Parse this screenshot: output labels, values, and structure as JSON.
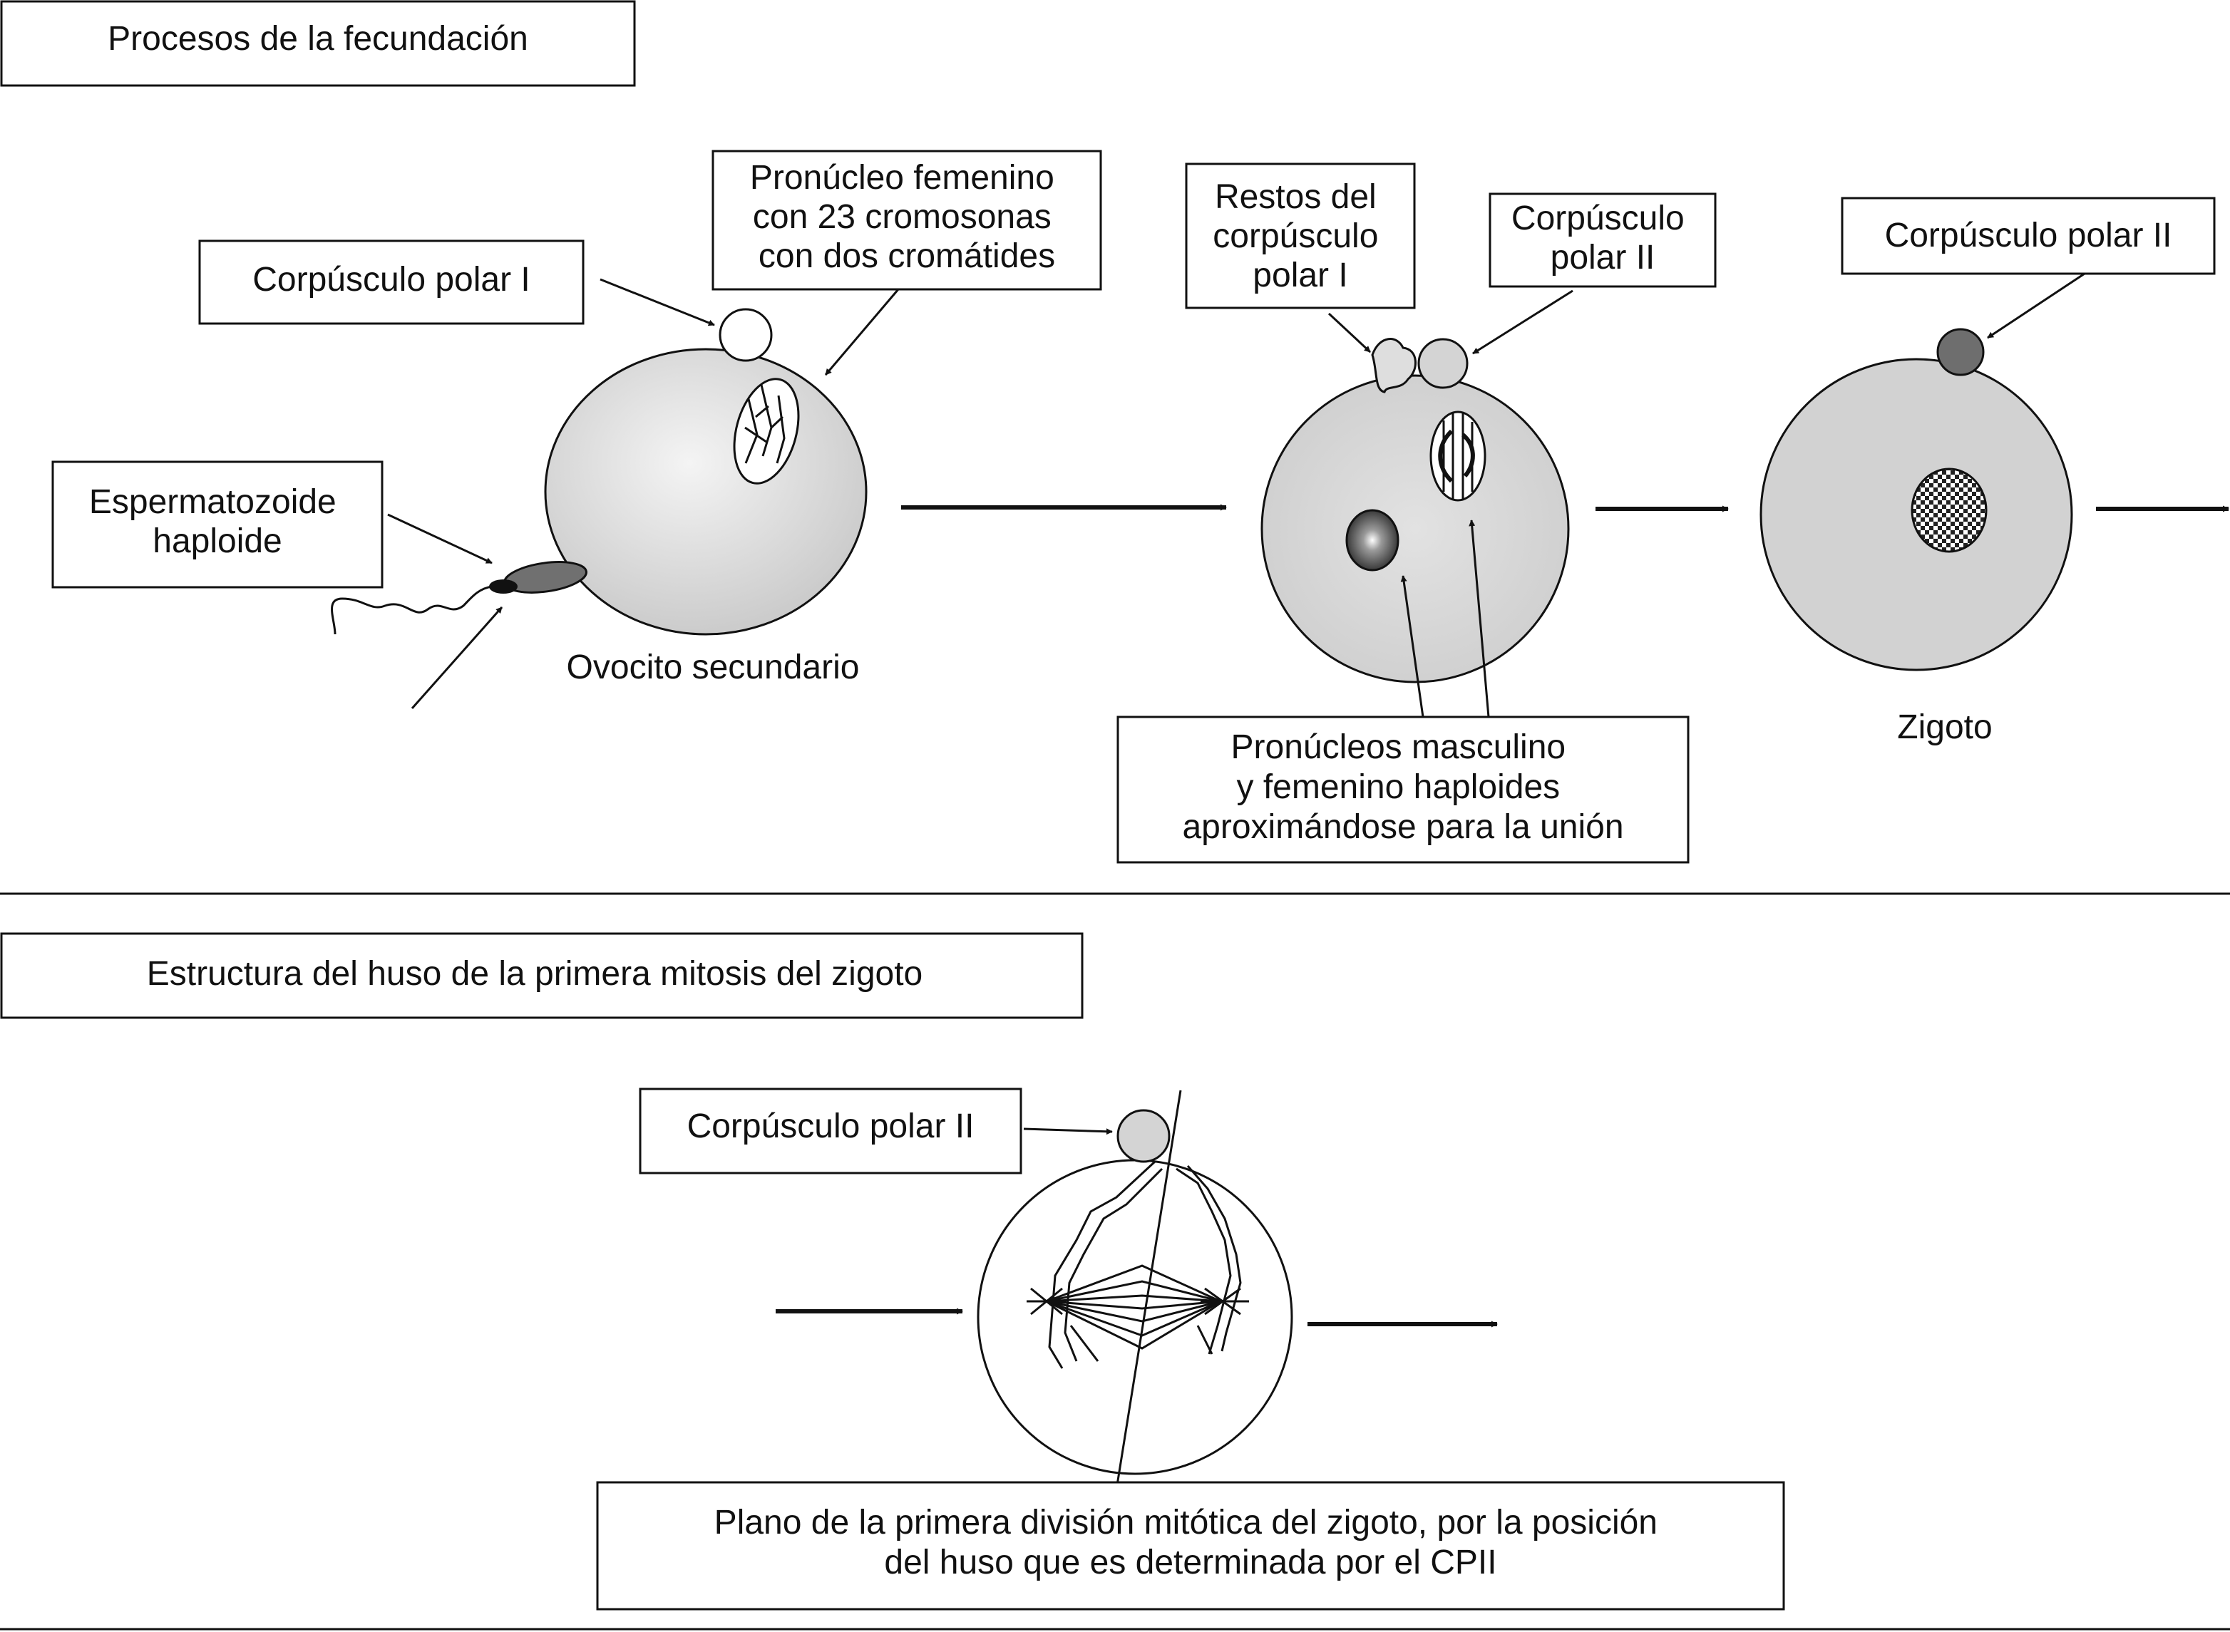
{
  "sections": {
    "fertilization_title": "Procesos de la fecundación",
    "spindle_title": "Estructura del huso de la primera mitosis del zigoto"
  },
  "labels": {
    "polar_body_1": "Corpúsculo polar I",
    "female_pronucleus": [
      "Pronúcleo femenino",
      "con 23 cromosonas",
      "con dos cromátides"
    ],
    "sperm": [
      "Espermatozoide",
      "haploide"
    ],
    "oocyte": "Ovocito secundario",
    "polar_body_1_remains": [
      "Restos del",
      "corpúsculo",
      "polar I"
    ],
    "polar_body_2_mid": [
      "Corpúsculo",
      "polar II"
    ],
    "polar_body_2_right": "Corpúsculo polar II",
    "pronuclei": [
      "Pronúcleos masculino",
      "y femenino haploides",
      "aproximándose para la unión"
    ],
    "zygote": "Zigoto",
    "polar_body_2_bottom": "Corpúsculo polar II",
    "cleavage_plane": [
      "Plano de la primera división mitótica del zigoto, por la posición",
      "del huso que es determinada por el CPII"
    ]
  },
  "colors": {
    "ink": "#111111",
    "cell_gray": "#d4d4d4",
    "dark_polar_body": "#6e6e6e",
    "sperm_head": "#707070"
  }
}
